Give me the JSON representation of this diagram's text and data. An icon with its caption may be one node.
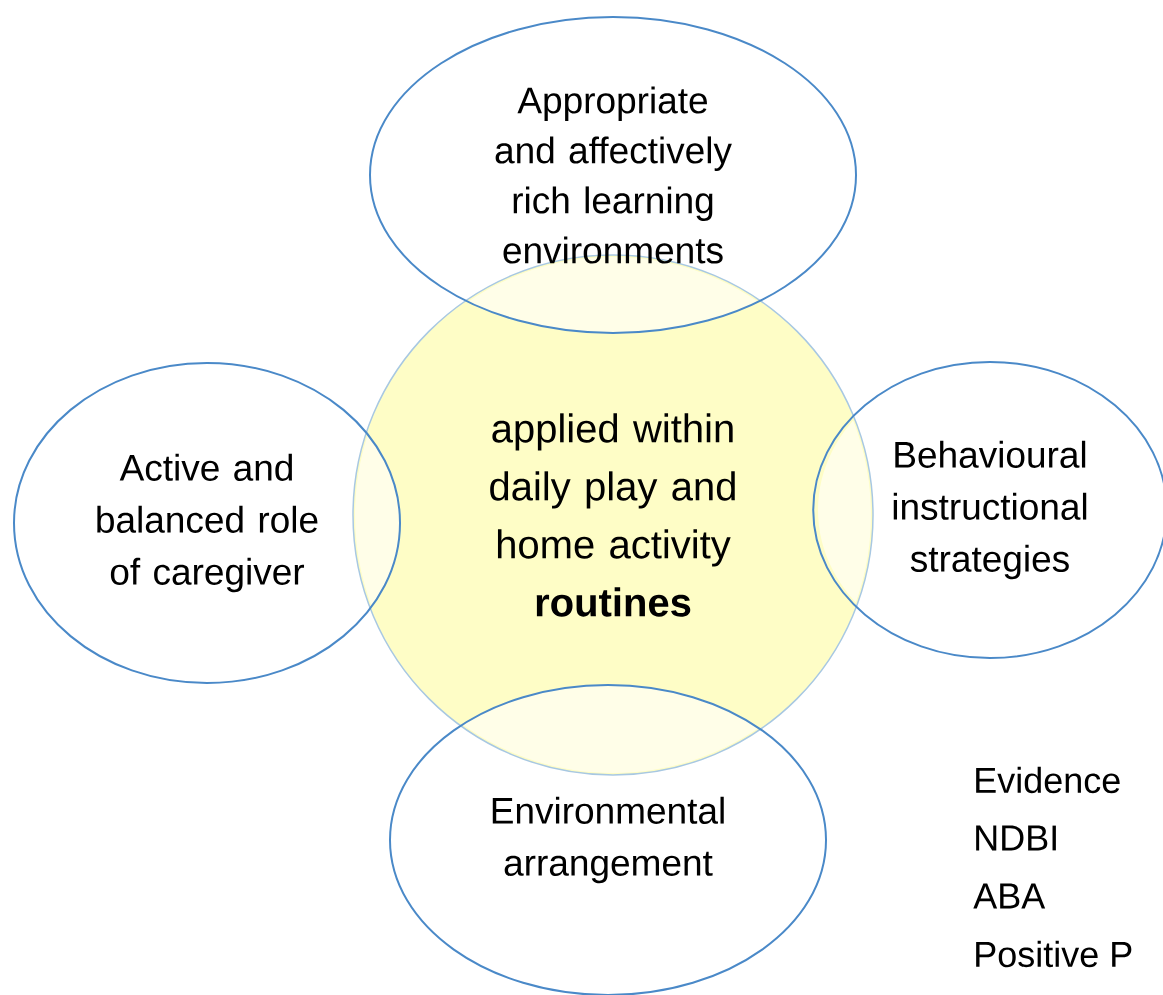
{
  "diagram": {
    "nodes": [
      {
        "text": [
          "Appropriate and affectively rich learning environments"
        ]
      },
      {
        "text": [
          "Active and balanced role of caregiver"
        ]
      },
      {
        "text": [
          "applied within daily play and home activity **routines**"
        ]
      },
      {
        "text": [
          "Behavioural instructional strategies"
        ]
      },
      {
        "text": [
          "Environmental arrangement"
        ]
      }
    ],
    "labels": [
      "Evidence",
      "NDBI",
      "ABA",
      "Positive P"
    ]
  }
}
